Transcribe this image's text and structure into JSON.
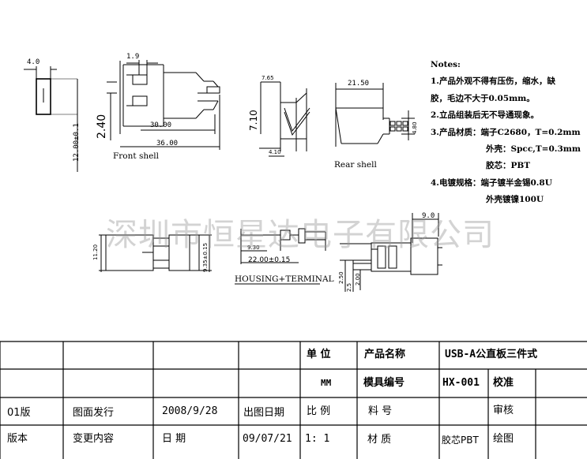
{
  "notes": {
    "title": "Notes:",
    "lines": [
      "1.产品外观不得有压伤，缩水，缺",
      "胶，毛边不大于0.05mm。",
      "2.立品组装后无不导通现象。",
      "3.产品材质：端子C2680，T=0.2mm",
      "外壳：Spcc,T=0.3mm",
      "胶芯：PBT",
      "4.电镀规格：端子镀半金锡0.8U",
      "外壳镀镍100U"
    ]
  },
  "watermark": "深圳市恒星达电子有限公司",
  "drawings": {
    "front_shell": {
      "label": "Front shell",
      "dims": [
        "4.0",
        "1.9",
        "30.00",
        "36.00",
        "2.40",
        "12.00±0.1"
      ]
    },
    "terminal": {
      "dims": [
        "7.65",
        "7.10",
        "4.10"
      ]
    },
    "rear_shell": {
      "label": "Rear shell",
      "dims": [
        "21.50",
        "4.80"
      ]
    },
    "housing_terminal": {
      "label": "HOUSING+TERMINAL",
      "dims": [
        "11.20",
        "9.35±0.15",
        "9.30",
        "22.00±0.15"
      ]
    },
    "side_view": {
      "dims": [
        "9.0",
        "2.50",
        "2.5",
        "2.00"
      ]
    }
  },
  "title_block": {
    "unit_label": "单  位",
    "product_name_label": "产品名称",
    "product_name": "USB-A公直板三件式",
    "unit_value": "MM",
    "mold_no_label": "模具编号",
    "mold_no": "HX-001",
    "approve": "校准",
    "version": "01版",
    "drawing_issue": "图面发行",
    "issue_date": "2008/9/28",
    "issue_date_label": "出图日期",
    "scale_label": "比  例",
    "part_no_label": "料  号",
    "review": "审核",
    "version_label": "版本",
    "change_content": "变更内容",
    "date_label": "日    期",
    "date_value": "09/07/21",
    "scale_value": "1: 1",
    "material_label": "材  质",
    "material_value": "胶芯PBT",
    "drawn": "绘图"
  }
}
